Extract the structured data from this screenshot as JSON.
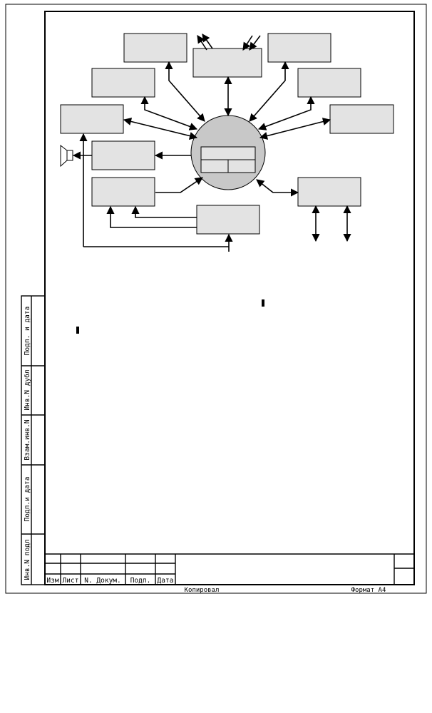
{
  "side_stamp": {
    "podp_data_1": "Подп. и дата",
    "inv_dubl": "Инв.N дубл",
    "vzam_inv": "Взам.инв.N",
    "podp_data_2": "Подп.и дата",
    "inv_podl": "Инв.N подл"
  },
  "title_block": {
    "izm": "Изм",
    "list": "Лист",
    "n_dokum": "N. Докум.",
    "podp": "Подп.",
    "data": "Дата"
  },
  "footer": {
    "kopiroval": "Копировал",
    "format": "Формат А4"
  },
  "colors": {
    "box_fill": "#e3e3e3",
    "hub_fill": "#c8c8c8",
    "line": "#000000"
  },
  "icons": [
    "speaker-icon"
  ]
}
